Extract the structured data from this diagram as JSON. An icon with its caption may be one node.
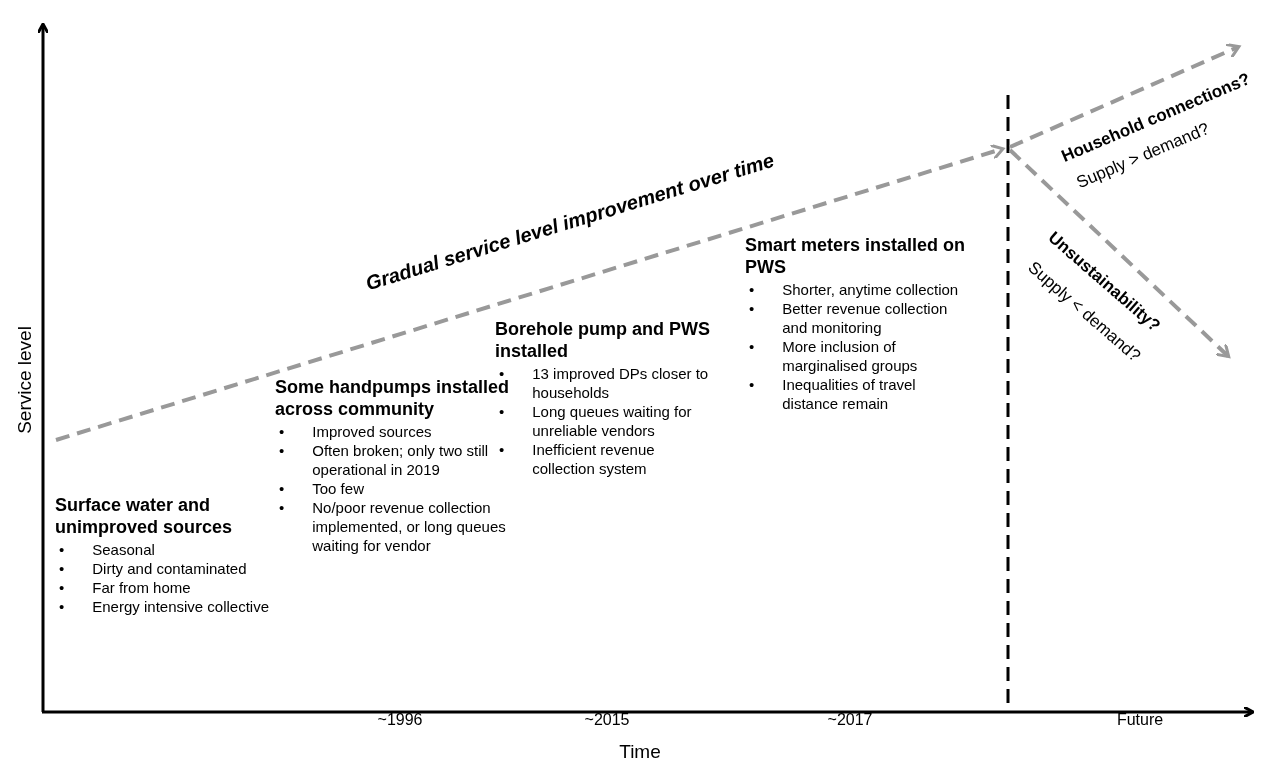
{
  "diagram": {
    "labels": [
      "Service level",
      "Time",
      "Gradual service level improvement over time",
      "Surface water and unimproved sources",
      "•",
      "Seasonal",
      "•",
      "Dirty and contaminated",
      "•",
      "Far from home",
      "•",
      "Energy intensive collective",
      "Some handpumps installed across community",
      "•",
      "Improved sources",
      "•",
      "Often broken; only two still operational in 2019",
      "•",
      "Too few",
      "•",
      "No/poor revenue collection implemented, or long queues waiting for vendor",
      "Borehole pump and PWS installed",
      "•",
      "13 improved DPs closer to households",
      "•",
      "Long queues waiting for unreliable vendors",
      "•",
      "Inefficient revenue collection system",
      "Smart meters installed on PWS",
      "•",
      "Shorter, anytime collection",
      "•",
      "Better revenue collection and monitoring",
      "•",
      "More inclusion of marginalised groups",
      "•",
      "Inequalities of travel distance remain",
      "~1996",
      "~2015",
      "~2017",
      "Future",
      "Household connections?",
      "Supply > demand?",
      "Unsustainability?",
      "Supply < demand?"
    ]
  }
}
